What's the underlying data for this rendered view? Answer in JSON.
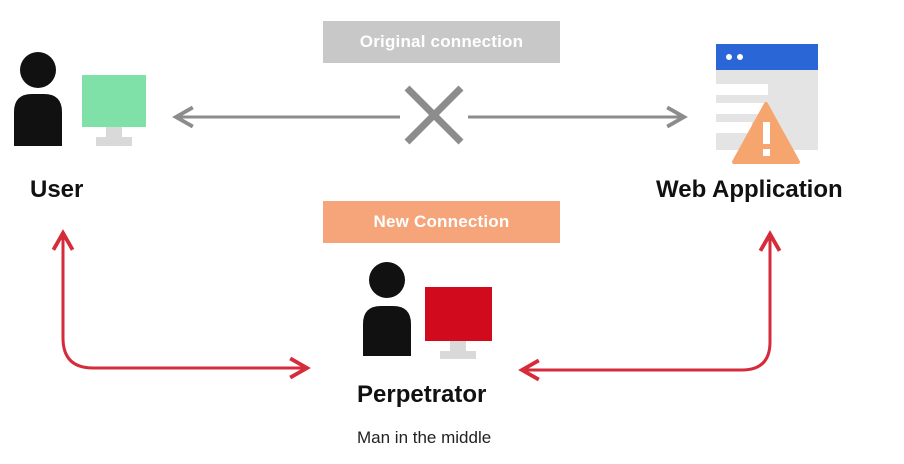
{
  "diagram": {
    "title": "",
    "labels": {
      "original_connection": "Original connection",
      "new_connection": "New Connection",
      "user": "User",
      "web_application": "Web Application",
      "perpetrator": "Perpetrator",
      "perpetrator_subtitle": "Man in the middle"
    },
    "colors": {
      "original_box": "#c8c8c8",
      "new_box": "#f6a47a",
      "user_monitor": "#7fe0a8",
      "perpetrator_monitor": "#d20a1e",
      "person": "#111111",
      "gray_arrow": "#8c8c8c",
      "red_arrow": "#d62b3a",
      "app_header": "#2a66d6",
      "app_body": "#e4e4e4",
      "warning": "#f7a56e"
    },
    "icons": [
      "user-icon",
      "user-monitor-icon",
      "broken-connection-x-icon",
      "web-app-window-icon",
      "warning-icon",
      "perpetrator-icon",
      "perpetrator-monitor-icon"
    ]
  }
}
